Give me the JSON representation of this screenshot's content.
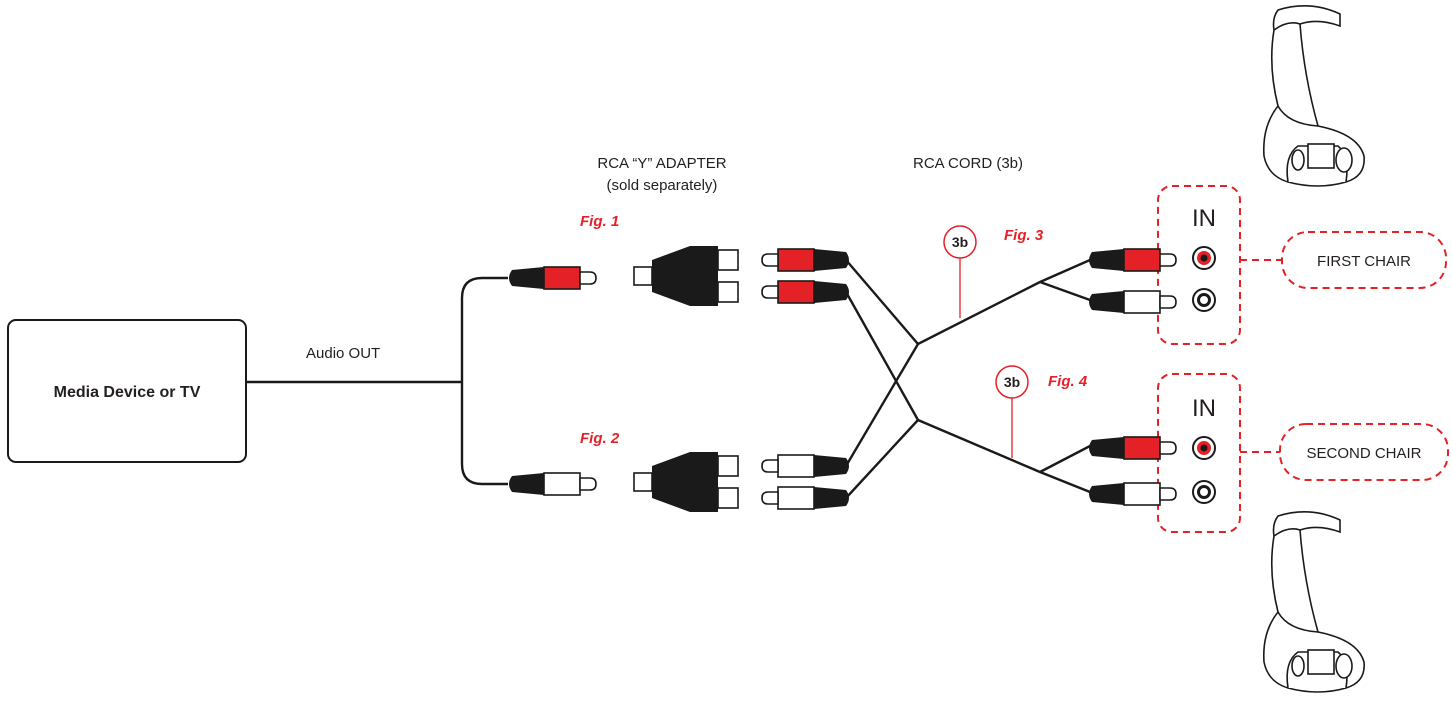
{
  "colors": {
    "red": "#e42127",
    "black": "#1a1a1a",
    "white": "#ffffff"
  },
  "device": {
    "label": "Media Device or TV"
  },
  "audio_out": {
    "label": "Audio OUT"
  },
  "adapter": {
    "title_line1": "RCA “Y” ADAPTER",
    "title_line2": "(sold separately)"
  },
  "cord": {
    "title": "RCA CORD (3b)",
    "badge": "3b"
  },
  "figs": {
    "fig1": "Fig. 1",
    "fig2": "Fig. 2",
    "fig3": "Fig. 3",
    "fig4": "Fig. 4"
  },
  "jacks": {
    "in_label": "IN"
  },
  "chairs": {
    "first": "FIRST CHAIR",
    "second": "SECOND CHAIR"
  },
  "icons": [
    "rca-plug-icon",
    "y-adapter-icon",
    "rca-jack-icon",
    "gaming-chair-icon"
  ]
}
